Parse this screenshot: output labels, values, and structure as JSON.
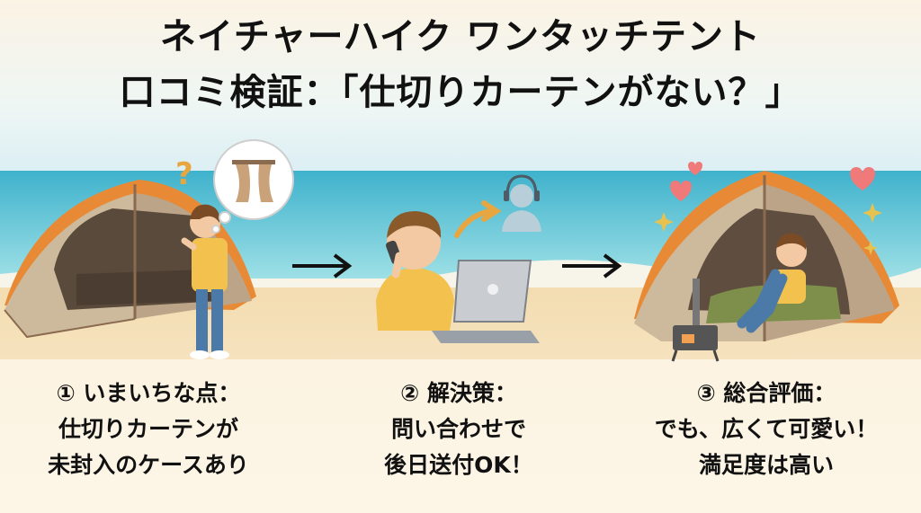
{
  "title": {
    "line1": "ネイチャーハイク ワンタッチテント",
    "line2": "口コミ検証：「仕切りカーテンがない？」"
  },
  "steps": [
    {
      "heading": "① いまいちな点：",
      "line2": "仕切りカーテンが",
      "line3": "未封入のケースあり"
    },
    {
      "heading": "② 解決策：",
      "line2": "問い合わせで",
      "line3": "後日送付OK！"
    },
    {
      "heading": "③ 総合評価：",
      "line2": "でも、広くて可愛い！",
      "line3": "満足度は高い"
    }
  ],
  "icons": [
    "question-mark-icon",
    "curtain-thought-icon",
    "support-headset-icon",
    "arrow-right-icon",
    "heart-icon",
    "sparkle-icon"
  ],
  "colors": {
    "sky": "#dff0f6",
    "sea": "#5cc3d6",
    "sand": "#f5e0b8",
    "tent_orange": "#e88a35",
    "tent_body": "#cbb79a",
    "shirt": "#f2c14e",
    "heart": "#f07a7a"
  }
}
